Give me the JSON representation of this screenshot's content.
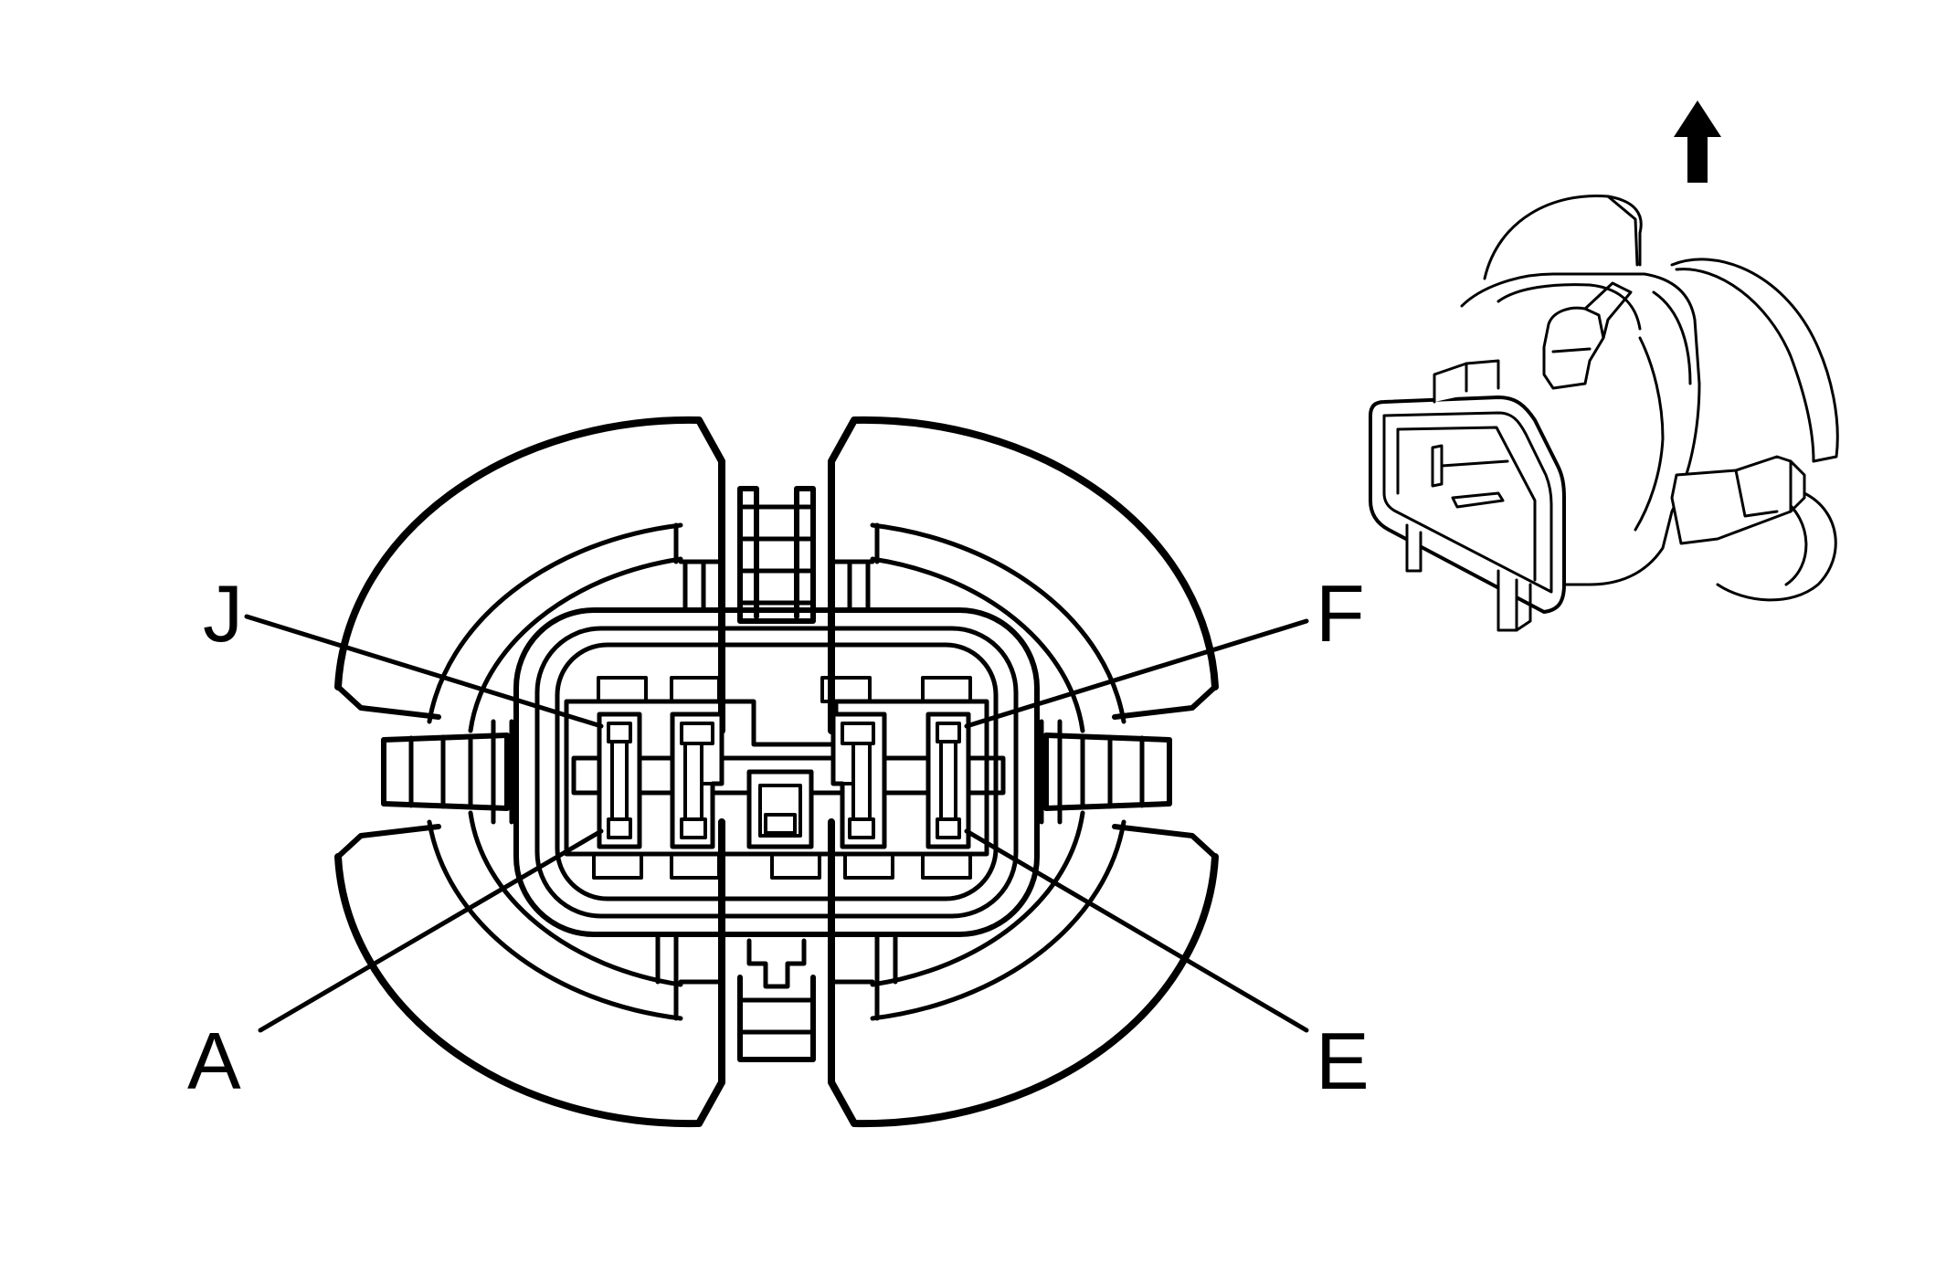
{
  "labels": {
    "J": "J",
    "F": "F",
    "A": "A",
    "E": "E"
  },
  "icons": {
    "orientation_arrow": "arrow-up-icon"
  },
  "colors": {
    "line": "#000000",
    "background": "#ffffff"
  }
}
